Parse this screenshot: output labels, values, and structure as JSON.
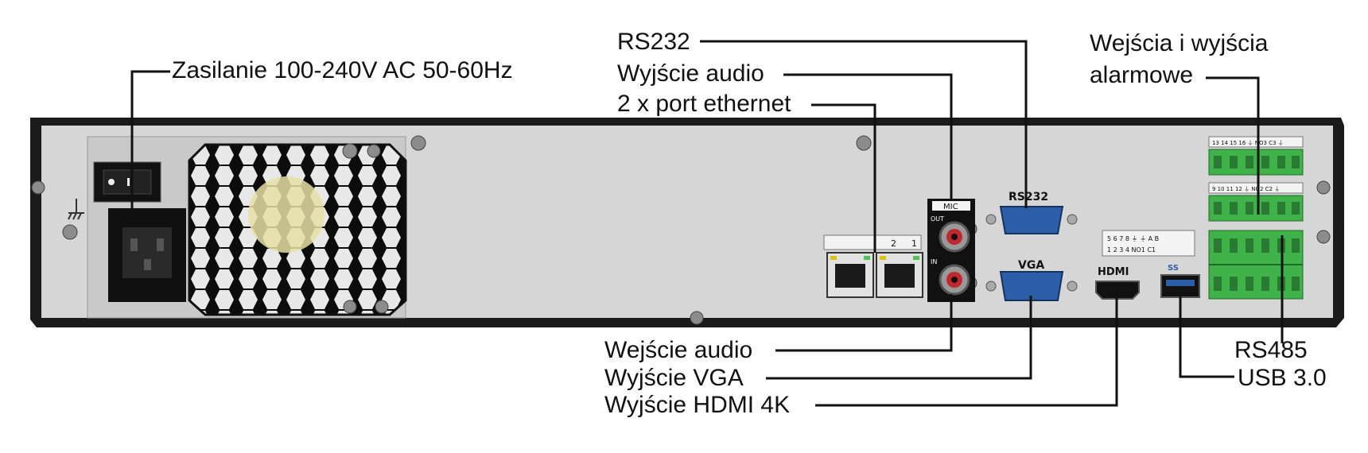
{
  "labels": {
    "power": "Zasilanie 100-240V AC 50-60Hz",
    "rs232": "RS232",
    "audio_out": "Wyjście audio",
    "ethernet": "2 x port ethernet",
    "alarm_line1": "Wejścia i wyjścia",
    "alarm_line2": "alarmowe",
    "audio_in": "Wejście audio",
    "vga_out": "Wyjście VGA",
    "hdmi_out": "Wyjście HDMI 4K",
    "rs485": "RS485",
    "usb": "USB 3.0"
  },
  "panel_print": {
    "mic": "MIC",
    "out": "OUT",
    "in": "IN",
    "rs232": "RS232",
    "vga": "VGA",
    "hdmi": "HDMI",
    "usb": "SS",
    "lan2": "2",
    "lan1": "1",
    "alarm_row1": "13 14 15 16 ⏚ NO3 C3 ⏚",
    "alarm_row2": "9 10 11 12 ⏚ NO2 C2 ⏚",
    "io_top": "5 6 7 8 ⏚ ⏚ A B",
    "io_bottom": "1 2 3 4 NO1 C1"
  },
  "colors": {
    "panel": "#d6d6d6",
    "frame": "#1b1b1b",
    "terminal_green": "#3fb34a",
    "port_blue": "#2d5fa8",
    "rca_red": "#c1272d"
  }
}
